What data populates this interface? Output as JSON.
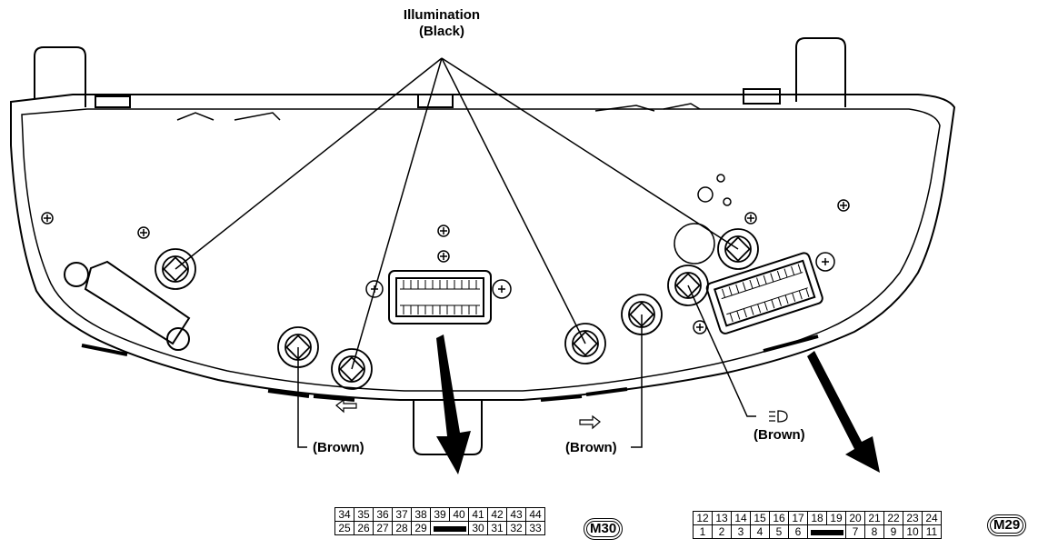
{
  "labels": {
    "illumination": "Illumination",
    "illumination_color": "(Black)",
    "left_indicator_color": "(Brown)",
    "right_indicator_color": "(Brown)",
    "headlamp_color": "(Brown)"
  },
  "connectors": {
    "m30": {
      "name": "M30",
      "top_row_left": [
        "34",
        "35",
        "36",
        "37",
        "38",
        "39",
        "40"
      ],
      "top_row_right": [
        "41",
        "42",
        "43",
        "44"
      ],
      "bottom_row_left": [
        "25",
        "26",
        "27",
        "28",
        "29"
      ],
      "bottom_row_right": [
        "30",
        "31",
        "32",
        "33"
      ]
    },
    "m29": {
      "name": "M29",
      "top_row_left": [
        "12",
        "13",
        "14",
        "15",
        "16",
        "17",
        "18",
        "19"
      ],
      "top_row_right": [
        "20",
        "21",
        "22",
        "23",
        "24"
      ],
      "bottom_row_left": [
        "1",
        "2",
        "3",
        "4",
        "5",
        "6"
      ],
      "bottom_row_right": [
        "7",
        "8",
        "9",
        "10",
        "11"
      ]
    }
  },
  "icons": [
    "left-turn-arrow-icon",
    "right-turn-arrow-icon",
    "headlamp-icon",
    "connector-arrow-icon"
  ]
}
